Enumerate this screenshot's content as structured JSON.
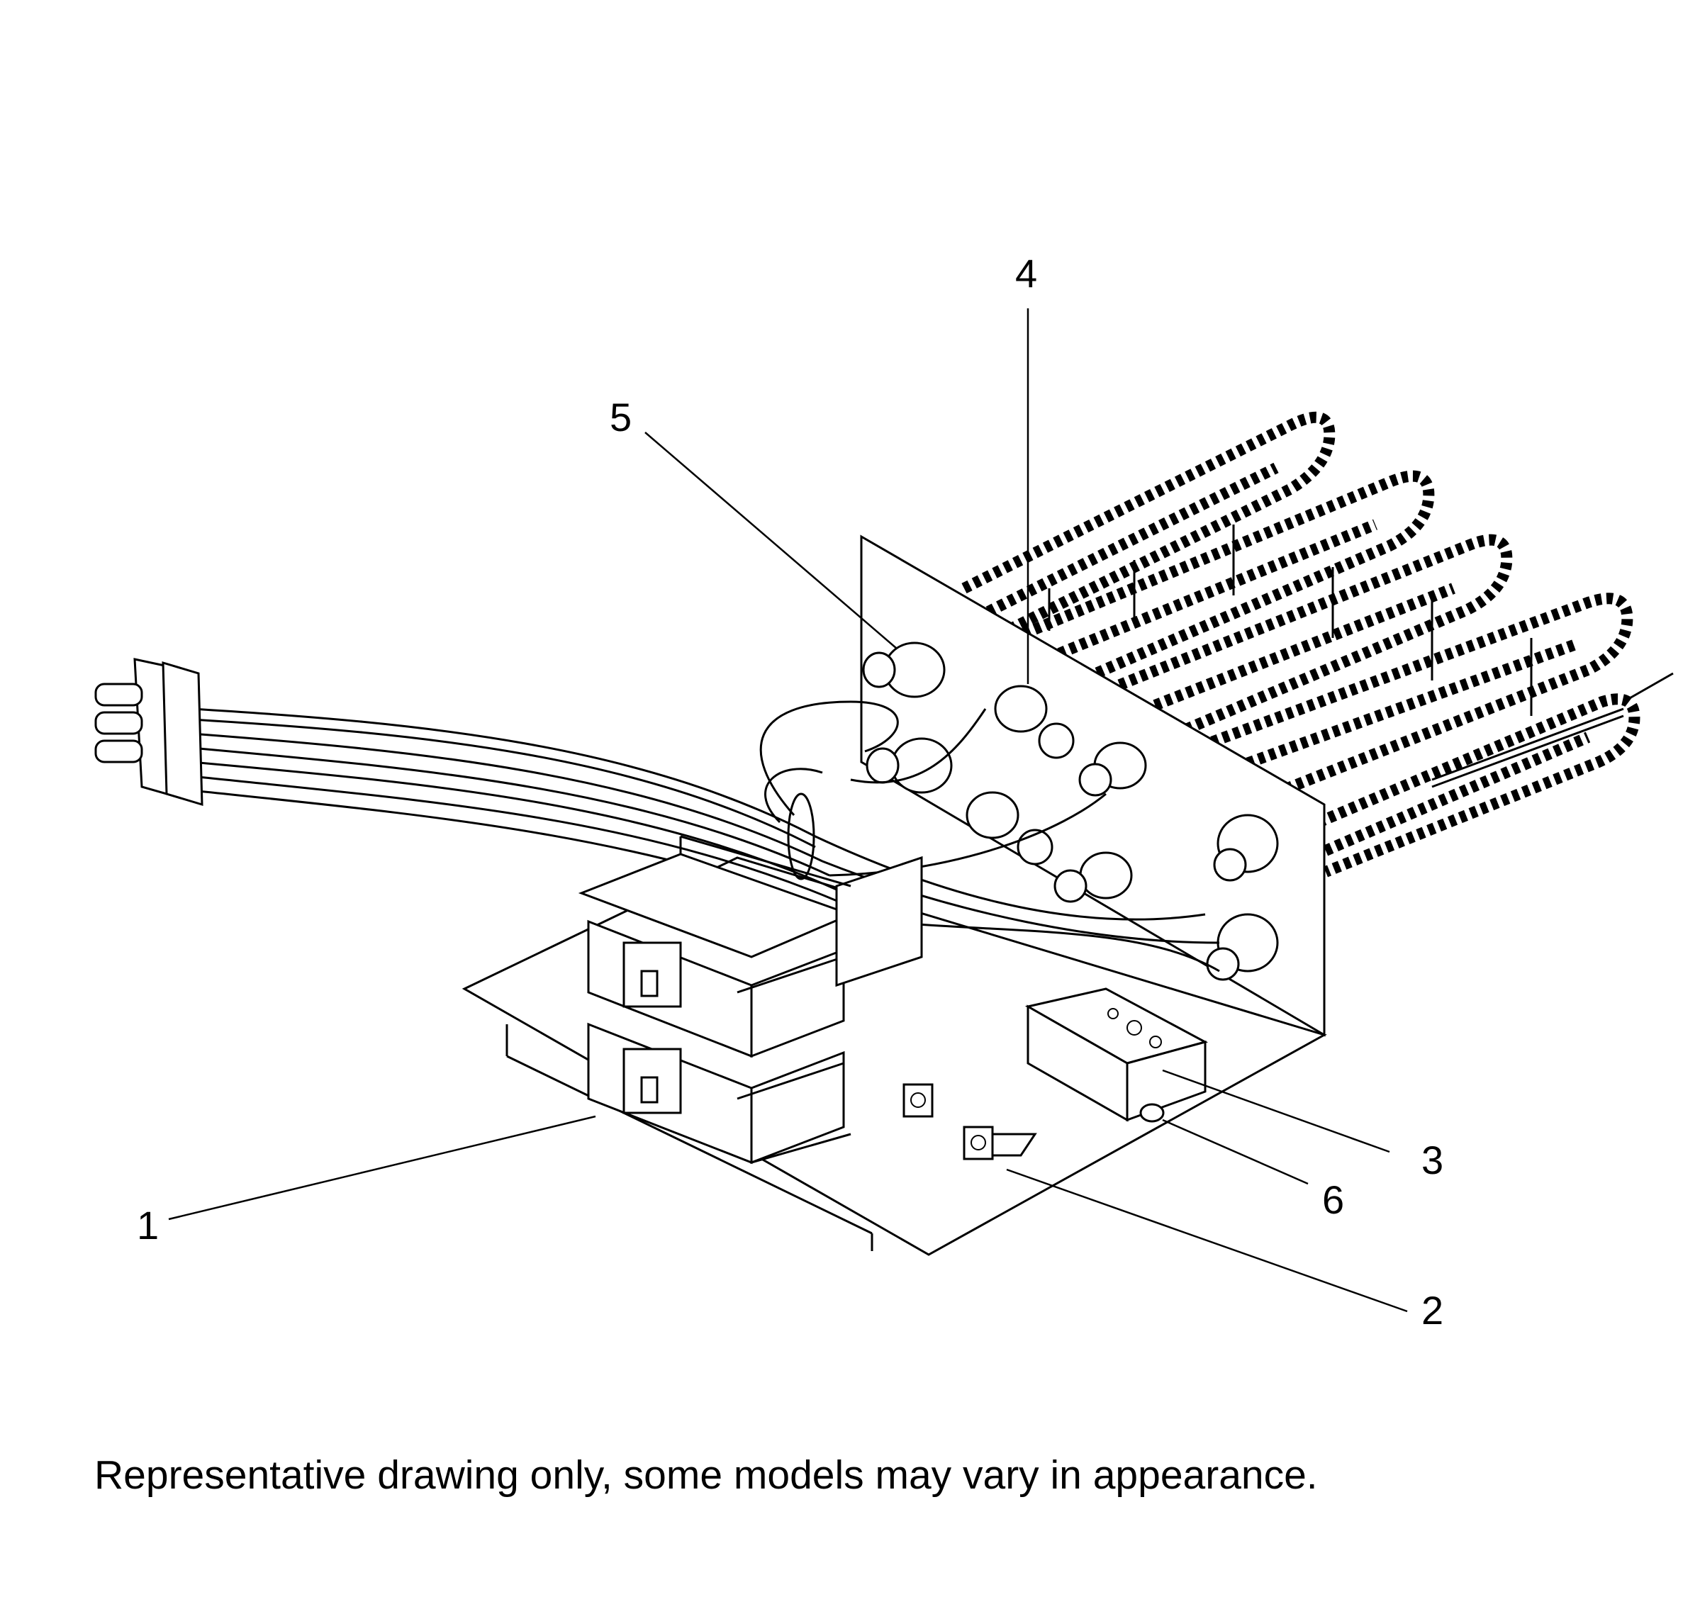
{
  "diagram": {
    "callouts": [
      {
        "id": "1",
        "label": "1"
      },
      {
        "id": "2",
        "label": "2"
      },
      {
        "id": "3",
        "label": "3"
      },
      {
        "id": "4",
        "label": "4"
      },
      {
        "id": "5",
        "label": "5"
      },
      {
        "id": "6",
        "label": "6"
      }
    ],
    "caption": "Representative drawing only, some models may vary in appearance."
  }
}
